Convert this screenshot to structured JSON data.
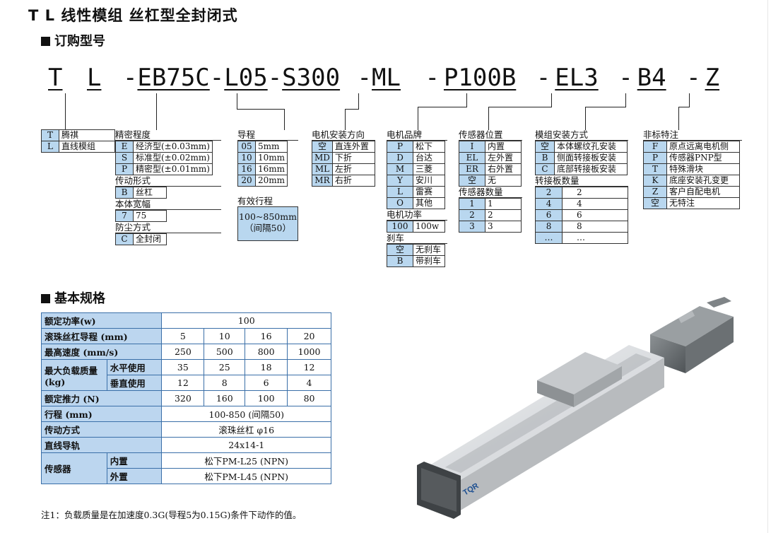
{
  "title": "T L 线性模组  丝杠型全封闭式",
  "order_heading": "订购型号",
  "spec_heading": "基本规格",
  "code": [
    "T",
    "L",
    "-",
    "EB75C",
    "-",
    "L05",
    "-",
    "S300",
    "-",
    "ML",
    "-",
    "P100B",
    "-",
    "EL3",
    "-",
    "B4",
    "-",
    "Z"
  ],
  "series": {
    "rows": [
      {
        "k": "T",
        "v": "腾祺"
      },
      {
        "k": "L",
        "v": "直线模组"
      }
    ]
  },
  "precision": {
    "title": "精密程度",
    "rows": [
      {
        "k": "E",
        "v": "经济型(±0.03mm)"
      },
      {
        "k": "S",
        "v": "标准型(±0.02mm)"
      },
      {
        "k": "P",
        "v": "精密型(±0.01mm)"
      }
    ],
    "drive_title": "传动形式",
    "drive_rows": [
      {
        "k": "B",
        "v": "丝杠"
      }
    ],
    "width_title": "本体宽幅",
    "width_rows": [
      {
        "k": "7",
        "v": "75"
      }
    ],
    "dust_title": "防尘方式",
    "dust_rows": [
      {
        "k": "C",
        "v": "全封闭"
      }
    ]
  },
  "lead": {
    "title": "导程",
    "rows": [
      {
        "k": "05",
        "v": "5mm"
      },
      {
        "k": "10",
        "v": "10mm"
      },
      {
        "k": "16",
        "v": "16mm"
      },
      {
        "k": "20",
        "v": "20mm"
      }
    ],
    "stroke_title": "有效行程",
    "stroke_value": "100~850mm",
    "stroke_note": "（间隔50）"
  },
  "motor_dir": {
    "title": "电机安装方向",
    "rows": [
      {
        "k": "空",
        "v": "直连外置"
      },
      {
        "k": "MD",
        "v": "下折"
      },
      {
        "k": "ML",
        "v": "左折"
      },
      {
        "k": "MR",
        "v": "右折"
      }
    ]
  },
  "motor_brand": {
    "title": "电机品牌",
    "rows": [
      {
        "k": "P",
        "v": "松下"
      },
      {
        "k": "D",
        "v": "台达"
      },
      {
        "k": "M",
        "v": "三菱"
      },
      {
        "k": "Y",
        "v": "安川"
      },
      {
        "k": "L",
        "v": "雷赛"
      },
      {
        "k": "O",
        "v": "其他"
      }
    ],
    "power_title": "电机功率",
    "power_rows": [
      {
        "k": "100",
        "v": "100w"
      }
    ],
    "brake_title": "刹车",
    "brake_rows": [
      {
        "k": "空",
        "v": "无刹车"
      },
      {
        "k": "B",
        "v": "带刹车"
      }
    ]
  },
  "sensor": {
    "title": "传感器位置",
    "rows": [
      {
        "k": "I",
        "v": "内置"
      },
      {
        "k": "EL",
        "v": "左外置"
      },
      {
        "k": "ER",
        "v": "右外置"
      },
      {
        "k": "空",
        "v": "无"
      }
    ],
    "count_title": "传感器数量",
    "count_rows": [
      {
        "k": "1",
        "v": "1"
      },
      {
        "k": "2",
        "v": "2"
      },
      {
        "k": "3",
        "v": "3"
      }
    ]
  },
  "mount": {
    "title": "模组安装方式",
    "rows": [
      {
        "k": "空",
        "v": "本体螺纹孔安装"
      },
      {
        "k": "B",
        "v": "侧面转接板安装"
      },
      {
        "k": "C",
        "v": "底部转接板安装"
      }
    ],
    "plate_title": "转接板数量",
    "plate_rows": [
      {
        "k": "2",
        "v": "2"
      },
      {
        "k": "4",
        "v": "4"
      },
      {
        "k": "6",
        "v": "6"
      },
      {
        "k": "8",
        "v": "8"
      },
      {
        "k": "…",
        "v": "…"
      }
    ]
  },
  "custom": {
    "title": "非标特注",
    "rows": [
      {
        "k": "F",
        "v": "原点远离电机侧"
      },
      {
        "k": "P",
        "v": "传感器PNP型"
      },
      {
        "k": "T",
        "v": "特殊滑块"
      },
      {
        "k": "K",
        "v": "底座安装孔变更"
      },
      {
        "k": "Z",
        "v": "客户自配电机"
      },
      {
        "k": "空",
        "v": "无特注"
      }
    ]
  },
  "spec": {
    "rated_power_label": "额定功率(w)",
    "rated_power": "100",
    "lead_label": "滚珠丝杠导程 (mm)",
    "leads": [
      "5",
      "10",
      "16",
      "20"
    ],
    "speed_label": "最高速度 (mm/s)",
    "speeds": [
      "250",
      "500",
      "800",
      "1000"
    ],
    "load_label": "最大负载质量",
    "load_unit": "(kg)",
    "horizontal_label": "水平使用",
    "horizontal": [
      "35",
      "25",
      "18",
      "12"
    ],
    "vertical_label": "垂直使用",
    "vertical": [
      "12",
      "8",
      "6",
      "4"
    ],
    "thrust_label": "额定推力 (N)",
    "thrust": [
      "320",
      "160",
      "100",
      "80"
    ],
    "stroke_label": "行程 (mm)",
    "stroke": "100-850 (间隔50)",
    "drive_label": "传动方式",
    "drive": "滚珠丝杠 φ16",
    "guide_label": "直线导轨",
    "guide": "24x14-1",
    "sensor_label": "传感器",
    "sensor_in_label": "内置",
    "sensor_in": "松下PM-L25 (NPN)",
    "sensor_out_label": "外置",
    "sensor_out": "松下PM-L45 (NPN)"
  },
  "note": "注1：负载质量是在加速度0.3G(导程5为0.15G)条件下动作的值。",
  "logo": "TQR"
}
